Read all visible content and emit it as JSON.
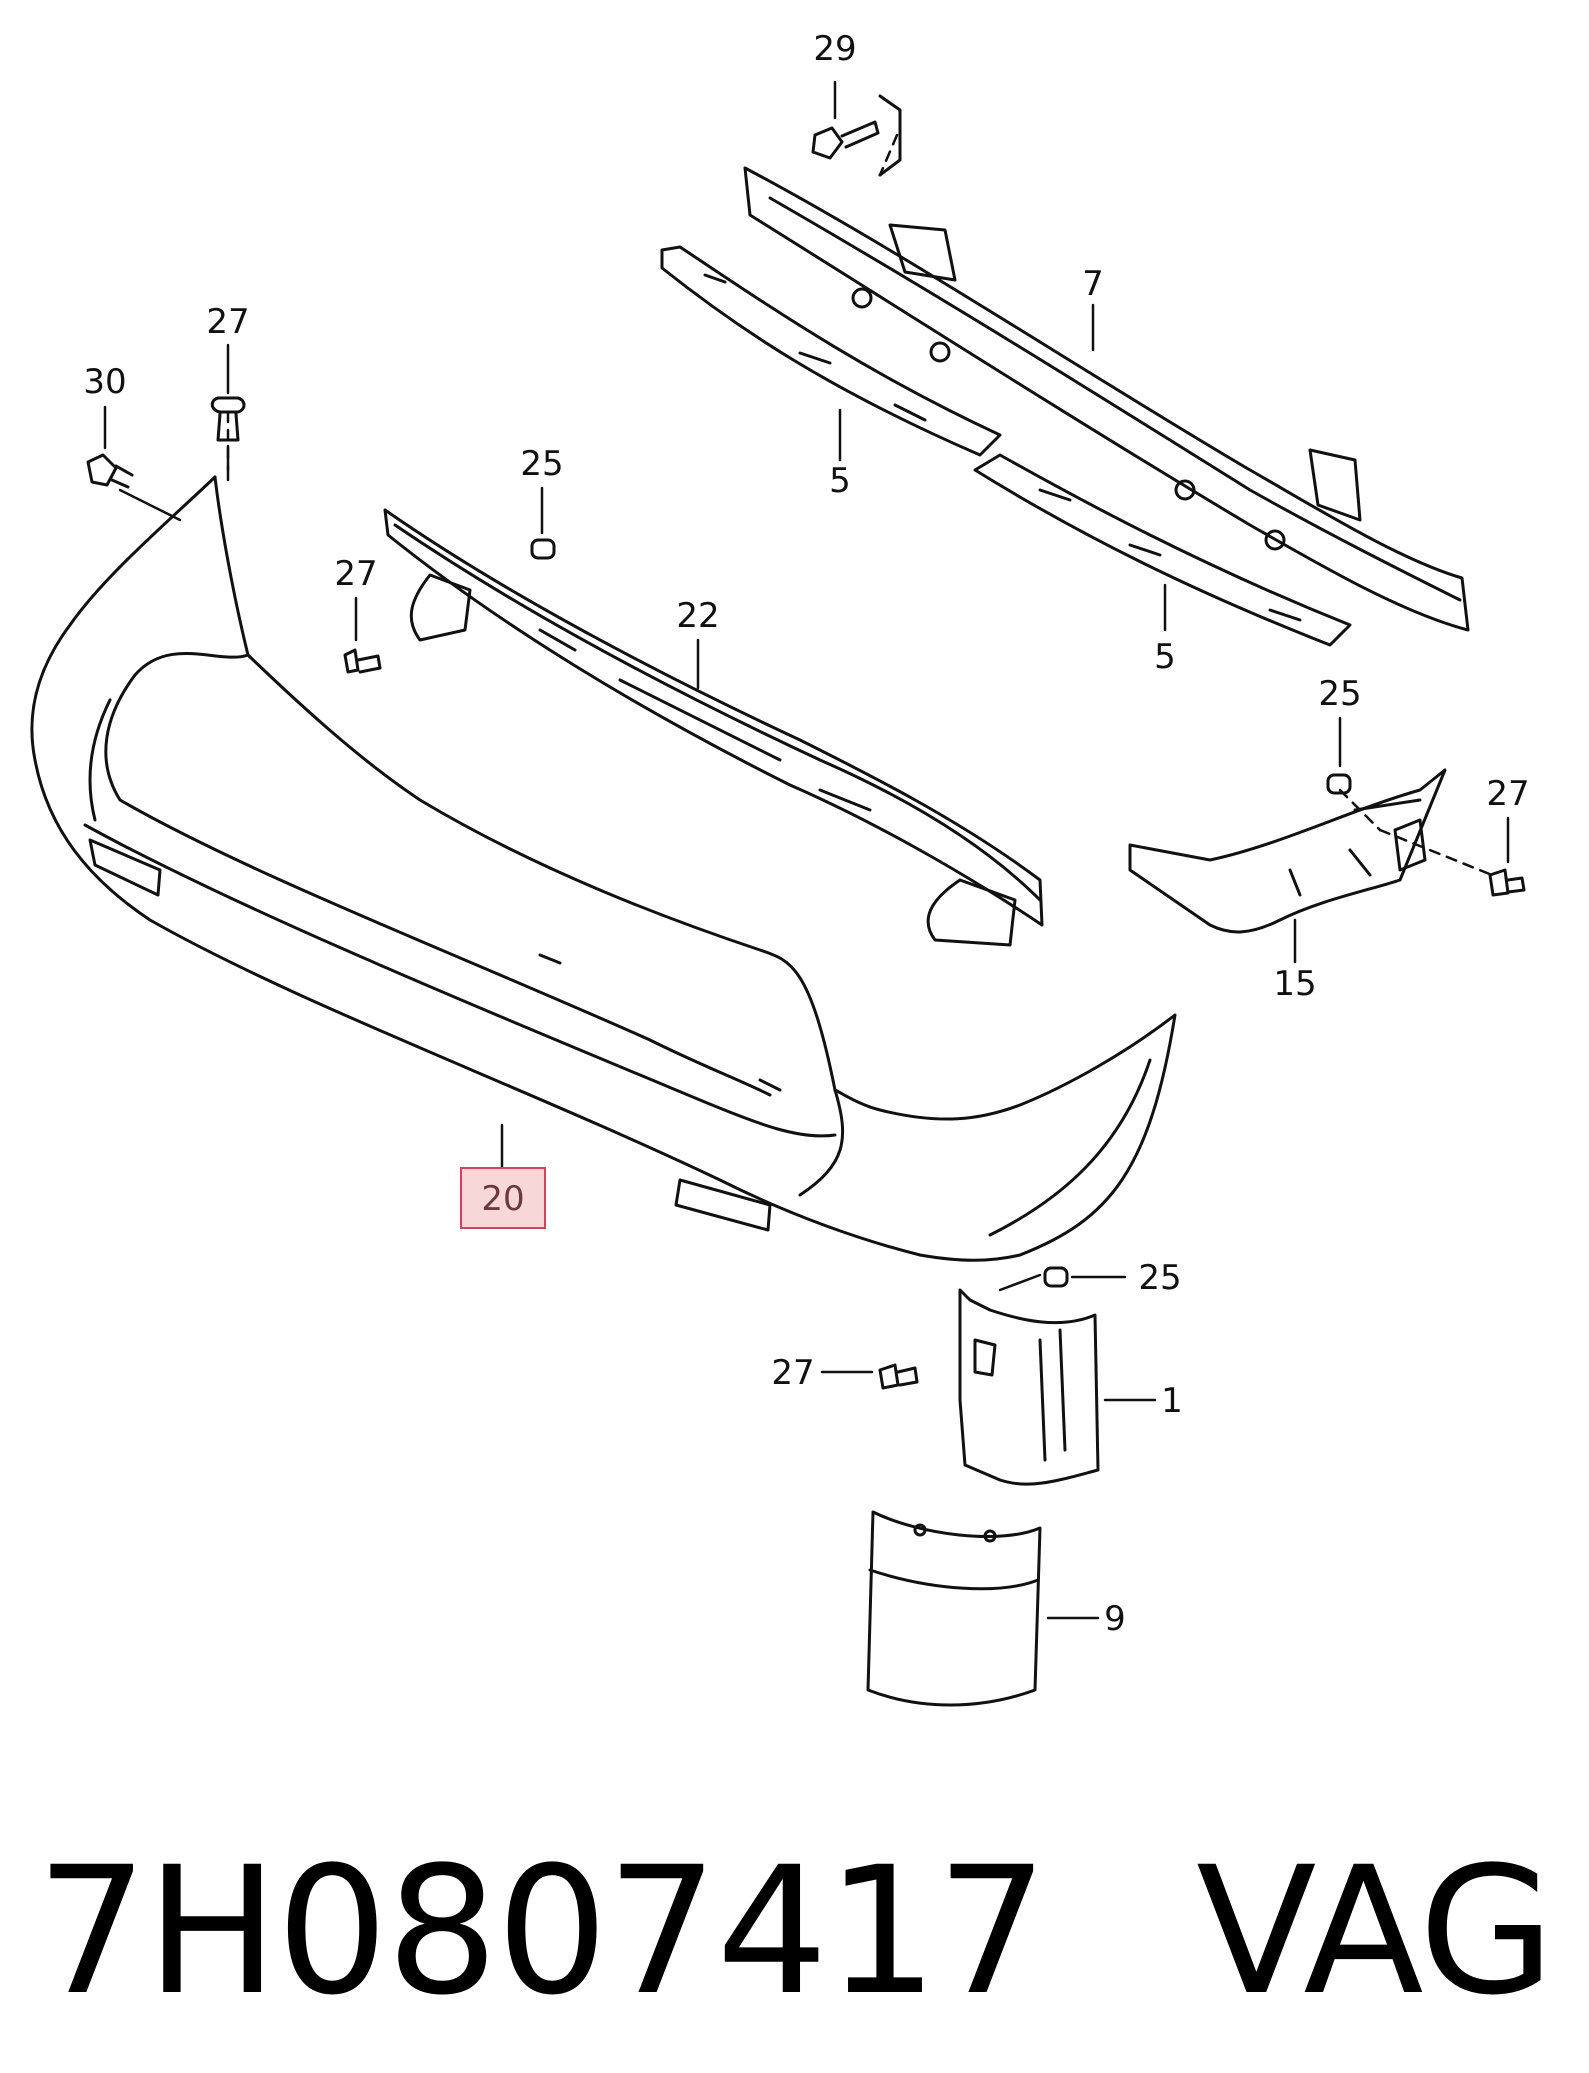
{
  "diagram": {
    "callouts": [
      "29",
      "7",
      "5",
      "5",
      "27",
      "30",
      "25",
      "27",
      "22",
      "25",
      "27",
      "15",
      "20",
      "25",
      "27",
      "1",
      "9"
    ],
    "highlighted_callout": "20",
    "highlight_color": "#d6425a"
  },
  "footer": {
    "part_number": "7H0807417",
    "brand": "VAG"
  }
}
